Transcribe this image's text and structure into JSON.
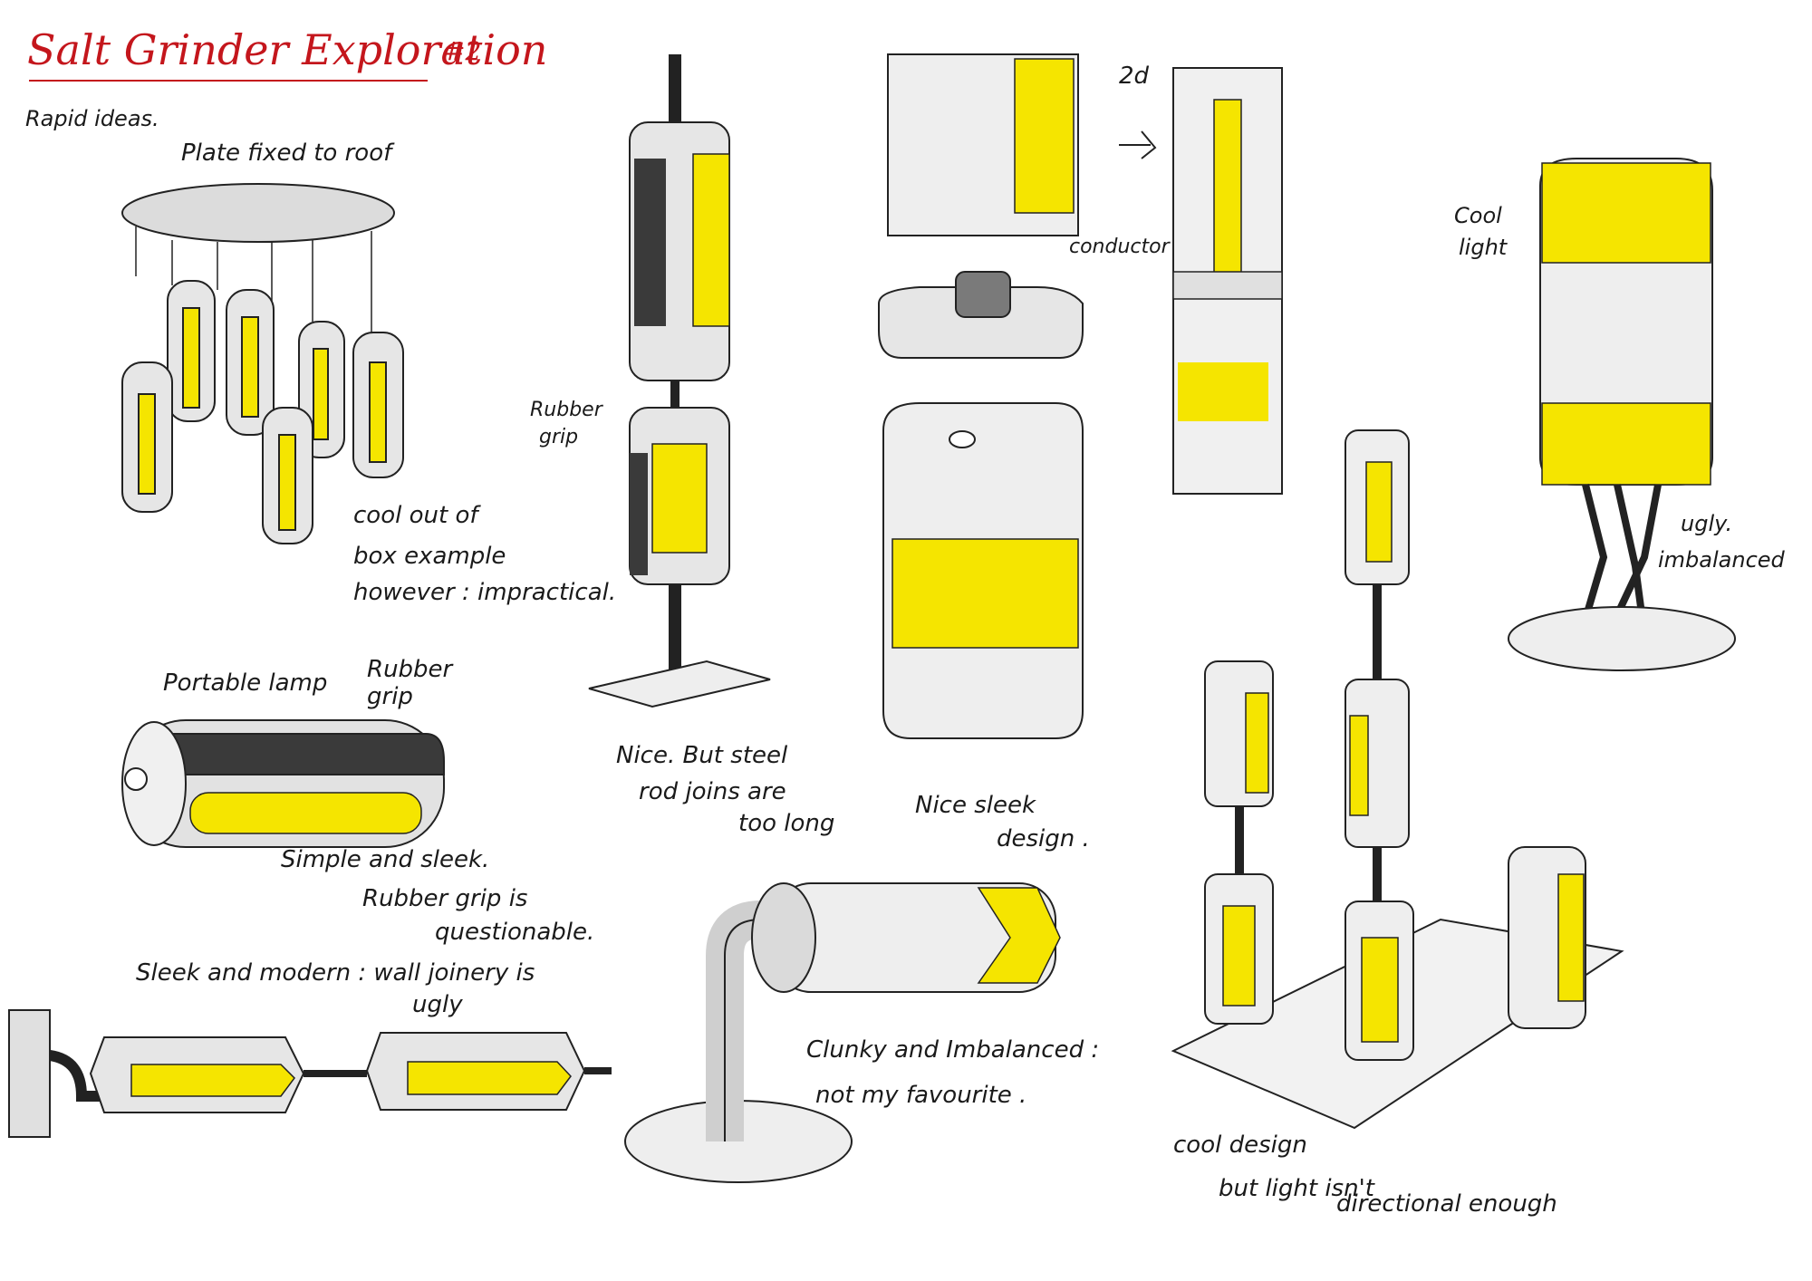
{
  "header": {
    "title": "Salt Grinder Exploration",
    "title_suffix": "#2",
    "subheading": "Rapid ideas."
  },
  "colors": {
    "title": "#c4161c",
    "highlight": "#f5e500",
    "ink": "#1a1a1a",
    "shade": "#d6d6d6",
    "rubber": "#3a3a3a"
  },
  "annotations": {
    "hanging_plate": "Plate fixed to roof",
    "hanging_comment": [
      "cool out of",
      "box example",
      "however : impractical."
    ],
    "portable_lamp": "Portable lamp",
    "portable_grip": [
      "Rubber",
      "grip"
    ],
    "portable_comment": [
      "Simple and sleek.",
      "Rubber grip is",
      "questionable."
    ],
    "wall_comment": [
      "Sleek and modern : wall joinery is",
      "ugly"
    ],
    "tower_grip": [
      "Rubber",
      "grip"
    ],
    "tower_comment": [
      "Nice. But steel",
      "rod joins are",
      "too long"
    ],
    "block_conductor": "conductor",
    "block_comment": [
      "Nice sleek",
      "design ."
    ],
    "arrow_label": "2d",
    "bent_comment": [
      "Clunky and Imbalanced :",
      "not my favourite ."
    ],
    "legs_light": [
      "Cool",
      "light"
    ],
    "legs_comment": [
      "ugly.",
      "imbalanced"
    ],
    "cluster_comment": [
      "cool design",
      "but light isn't",
      "directional enough"
    ]
  }
}
